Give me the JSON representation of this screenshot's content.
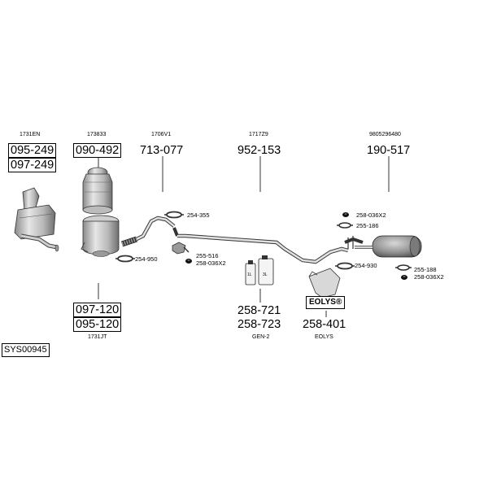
{
  "system_code": "SYS00945",
  "groups": {
    "catalyst_a": {
      "ref": "1731EN",
      "parts": [
        "095-249",
        "097-249"
      ]
    },
    "catalyst_b": {
      "ref": "173833",
      "parts": [
        "090-492"
      ]
    },
    "dpf": {
      "ref": "1731JT",
      "parts": [
        "097-120",
        "095-120"
      ]
    },
    "front_pipe": {
      "ref": "1706V1",
      "part": "713-077"
    },
    "middle_pipe": {
      "ref": "1717Z9",
      "part": "952-153"
    },
    "rear_silencer": {
      "ref": "9805296480",
      "part": "190-517"
    },
    "fluid": {
      "ref": "GEN-2",
      "parts": [
        "258-721",
        "258-723"
      ],
      "can_labels": [
        "1L",
        "3L"
      ]
    },
    "additive": {
      "ref": "EOLYS",
      "part": "258-401",
      "logo": "EOLYS®"
    }
  },
  "fittings": [
    {
      "id": "254-355",
      "label": "254-355"
    },
    {
      "id": "254-950",
      "label": "254-950"
    },
    {
      "id": "255-516",
      "label": "255-516"
    },
    {
      "id": "258-036x2-a",
      "label": "258-036X2"
    },
    {
      "id": "258-036x2-b",
      "label": "258-036X2"
    },
    {
      "id": "255-186",
      "label": "255-186"
    },
    {
      "id": "254-930",
      "label": "254-930"
    },
    {
      "id": "255-188",
      "label": "255-188"
    },
    {
      "id": "258-036x2-c",
      "label": "258-036X2"
    }
  ]
}
